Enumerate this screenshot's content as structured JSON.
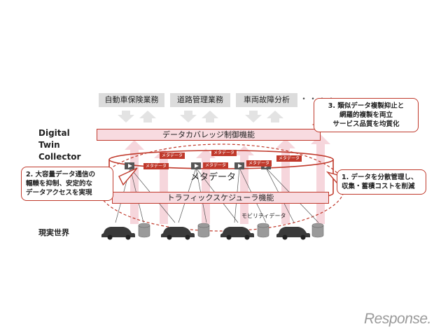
{
  "business_boxes": [
    {
      "label": "自動車保険業務"
    },
    {
      "label": "道路管理業務"
    },
    {
      "label": "車両故障分析"
    }
  ],
  "ellipsis": "・・・・",
  "platform": {
    "title_line1": "Digital",
    "title_line2": "Twin",
    "title_line3": "Collector"
  },
  "real_world_label": "現実世界",
  "bars": {
    "coverage_control": "データカバレッジ制御機能",
    "traffic_scheduler": "トラフィックスケジューラ機能"
  },
  "metadata_label": "メタデータ",
  "metadata_tag": "メタデータ",
  "mobility_data_label": "モビリティデータ",
  "callouts": {
    "c1": {
      "line1": "1. データを分散管理し、",
      "line2": "収集・蓄積コストを削減"
    },
    "c2": {
      "line1": "2. 大容量データ通信の",
      "line2": "輻輳を抑制、安定的な",
      "line3": "データアクセスを実現"
    },
    "c3": {
      "line1": "3. 類似データ複製抑止と",
      "line2": "網羅的複製を両立",
      "line3": "サービス品質を均質化"
    }
  },
  "logo_text": "Response.",
  "colors": {
    "accent_red": "#c0392b",
    "panel_gray": "#efefef",
    "pink": "#f8dbe0"
  }
}
